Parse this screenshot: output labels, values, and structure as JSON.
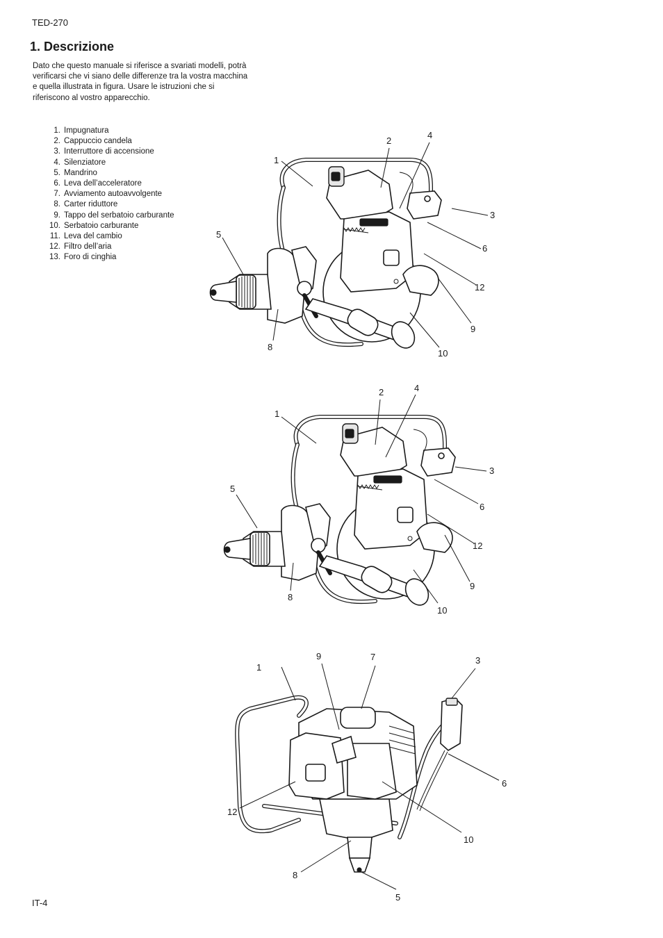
{
  "header": {
    "model": "TED-270"
  },
  "section": {
    "title": "1. Descrizione"
  },
  "intro": "Dato che questo manuale si riferisce a svariati modelli, potrà verificarsi che vi siano delle differenze tra la vostra macchina e quella illustrata in figura. Usare le istruzioni che si riferiscono al vostro apparecchio.",
  "parts": [
    {
      "num": "1.",
      "label": "Impugnatura"
    },
    {
      "num": "2.",
      "label": "Cappuccio candela"
    },
    {
      "num": "3.",
      "label": "Interruttore di accensione"
    },
    {
      "num": "4.",
      "label": "Silenziatore"
    },
    {
      "num": "5.",
      "label": "Mandrino"
    },
    {
      "num": "6.",
      "label": "Leva dell’acceleratore"
    },
    {
      "num": "7.",
      "label": "Avviamento autoavvolgente"
    },
    {
      "num": "8.",
      "label": "Carter riduttore"
    },
    {
      "num": "9.",
      "label": "Tappo del serbatoio carburante"
    },
    {
      "num": "10.",
      "label": "Serbatoio carburante"
    },
    {
      "num": "11.",
      "label": "Leva del cambio"
    },
    {
      "num": "12.",
      "label": "Filtro dell’aria"
    },
    {
      "num": "13.",
      "label": "Foro di cinghia"
    }
  ],
  "figures": {
    "fig1": {
      "c1": "1",
      "c2": "2",
      "c3": "3",
      "c4": "4",
      "c5": "5",
      "c6": "6",
      "c8": "8",
      "c9": "9",
      "c10": "10",
      "c12": "12"
    },
    "fig2": {
      "c1": "1",
      "c2": "2",
      "c3": "3",
      "c4": "4",
      "c5": "5",
      "c6": "6",
      "c8": "8",
      "c9": "9",
      "c10": "10",
      "c12": "12"
    },
    "fig3": {
      "c1": "1",
      "c3": "3",
      "c5": "5",
      "c6": "6",
      "c7": "7",
      "c8": "8",
      "c9": "9",
      "c10": "10",
      "c12": "12"
    }
  },
  "footer": {
    "page": "IT-4"
  }
}
